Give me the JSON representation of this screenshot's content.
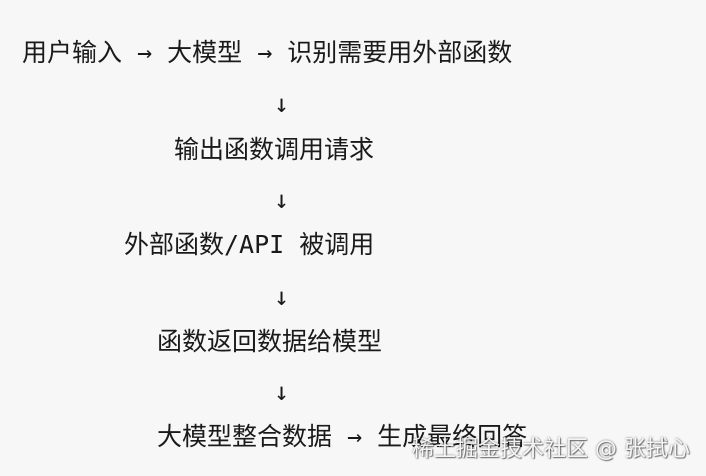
{
  "flow": {
    "step1": "用户输入 → 大模型 → 识别需要用外部函数",
    "step2": "输出函数调用请求",
    "step3": "外部函数/API 被调用",
    "step4": "函数返回数据给模型",
    "step5": "大模型整合数据 → 生成最终回答",
    "arrow": "↓"
  },
  "watermark": {
    "text": "稀土掘金技术社区 @ 张拭心"
  }
}
